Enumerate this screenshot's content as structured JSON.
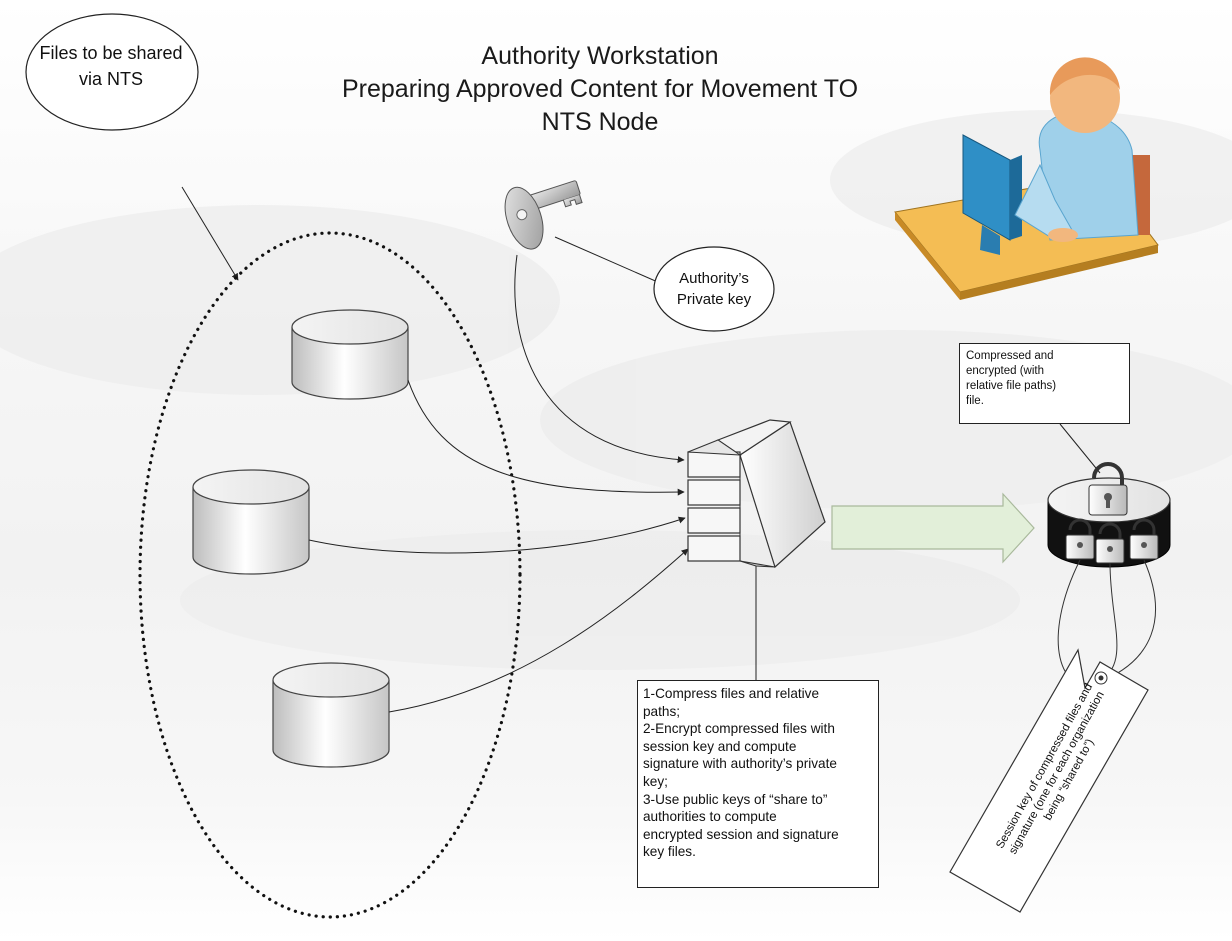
{
  "title": "Authority Workstation\nPreparing Approved Content for Movement TO\nNTS Node",
  "files_label": "Files to be shared\nvia NTS",
  "private_key_label": "Authority’s\nPrivate key",
  "compressed_box": "Compressed and\nencrypted (with\nrelative file paths)\nfile.",
  "steps_box": "1-Compress files and relative\npaths;\n2-Encrypt compressed files with\nsession key and compute\nsignature with authority’s private\nkey;\n3-Use public keys of “share to”\nauthorities to compute\nencrypted session and signature\nkey files.",
  "tag_label": "Session key of compressed files and\nsignature (one for each organization\nbeing “shared to”)",
  "icons": [
    "database-icon",
    "key-icon",
    "processor-icon",
    "arrow-icon",
    "encrypted-database-icon",
    "padlock-icon",
    "tag-icon",
    "user-at-workstation-icon"
  ],
  "colors": {
    "arrow_fill": "#e2efd9",
    "arrow_stroke": "#a9b99c",
    "person_skin": "#f2b77e",
    "person_shirt": "#9fd0ea",
    "desk": "#f4bd54"
  }
}
